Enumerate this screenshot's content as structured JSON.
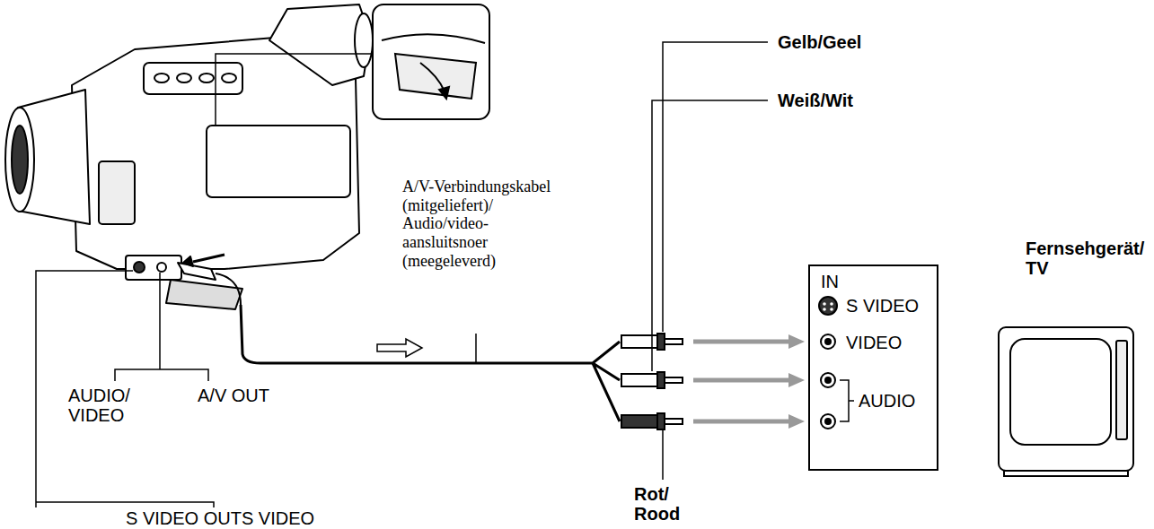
{
  "diagram": {
    "nodes": [
      {
        "text": [
          "IN",
          "S VIDEO",
          "VIDEO",
          "AUDIO"
        ]
      }
    ],
    "labels": [
      "Gelb/Geel",
      "Weiß/Wit",
      "A/V-Verbindungskabel (mitgeliefert)/ Audio/video-aansluitsnoer (meegeleverd)",
      "Fernsehgerät/ TV",
      "Rot/ Rood",
      "AUDIO/ VIDEO",
      "A/V OUT",
      "S VIDEO OUTS VIDEO"
    ]
  }
}
